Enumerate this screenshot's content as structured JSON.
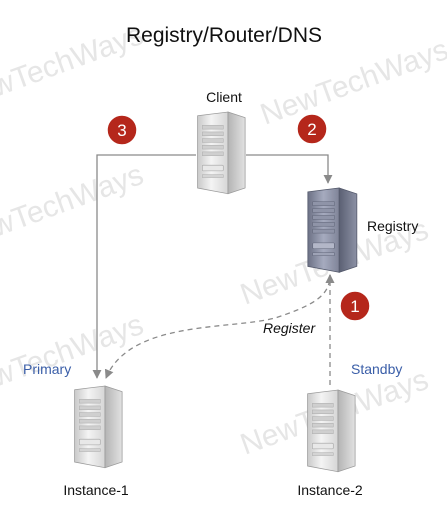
{
  "title": "Registry/Router/DNS",
  "watermark": "NewTechWays",
  "watermark_color": "#e6e6e6",
  "accent_badge_color": "#b5271b",
  "role_label_color": "#3a5ea8",
  "nodes": {
    "client": {
      "label": "Client",
      "icon": "server-icon"
    },
    "registry": {
      "label": "Registry",
      "icon": "server-icon"
    },
    "instance1": {
      "label": "Instance-1",
      "role": "Primary",
      "icon": "server-icon"
    },
    "instance2": {
      "label": "Instance-2",
      "role": "Standby",
      "icon": "server-icon"
    }
  },
  "steps": {
    "one": "1",
    "two": "2",
    "three": "3"
  },
  "edges": {
    "register_label": "Register"
  }
}
